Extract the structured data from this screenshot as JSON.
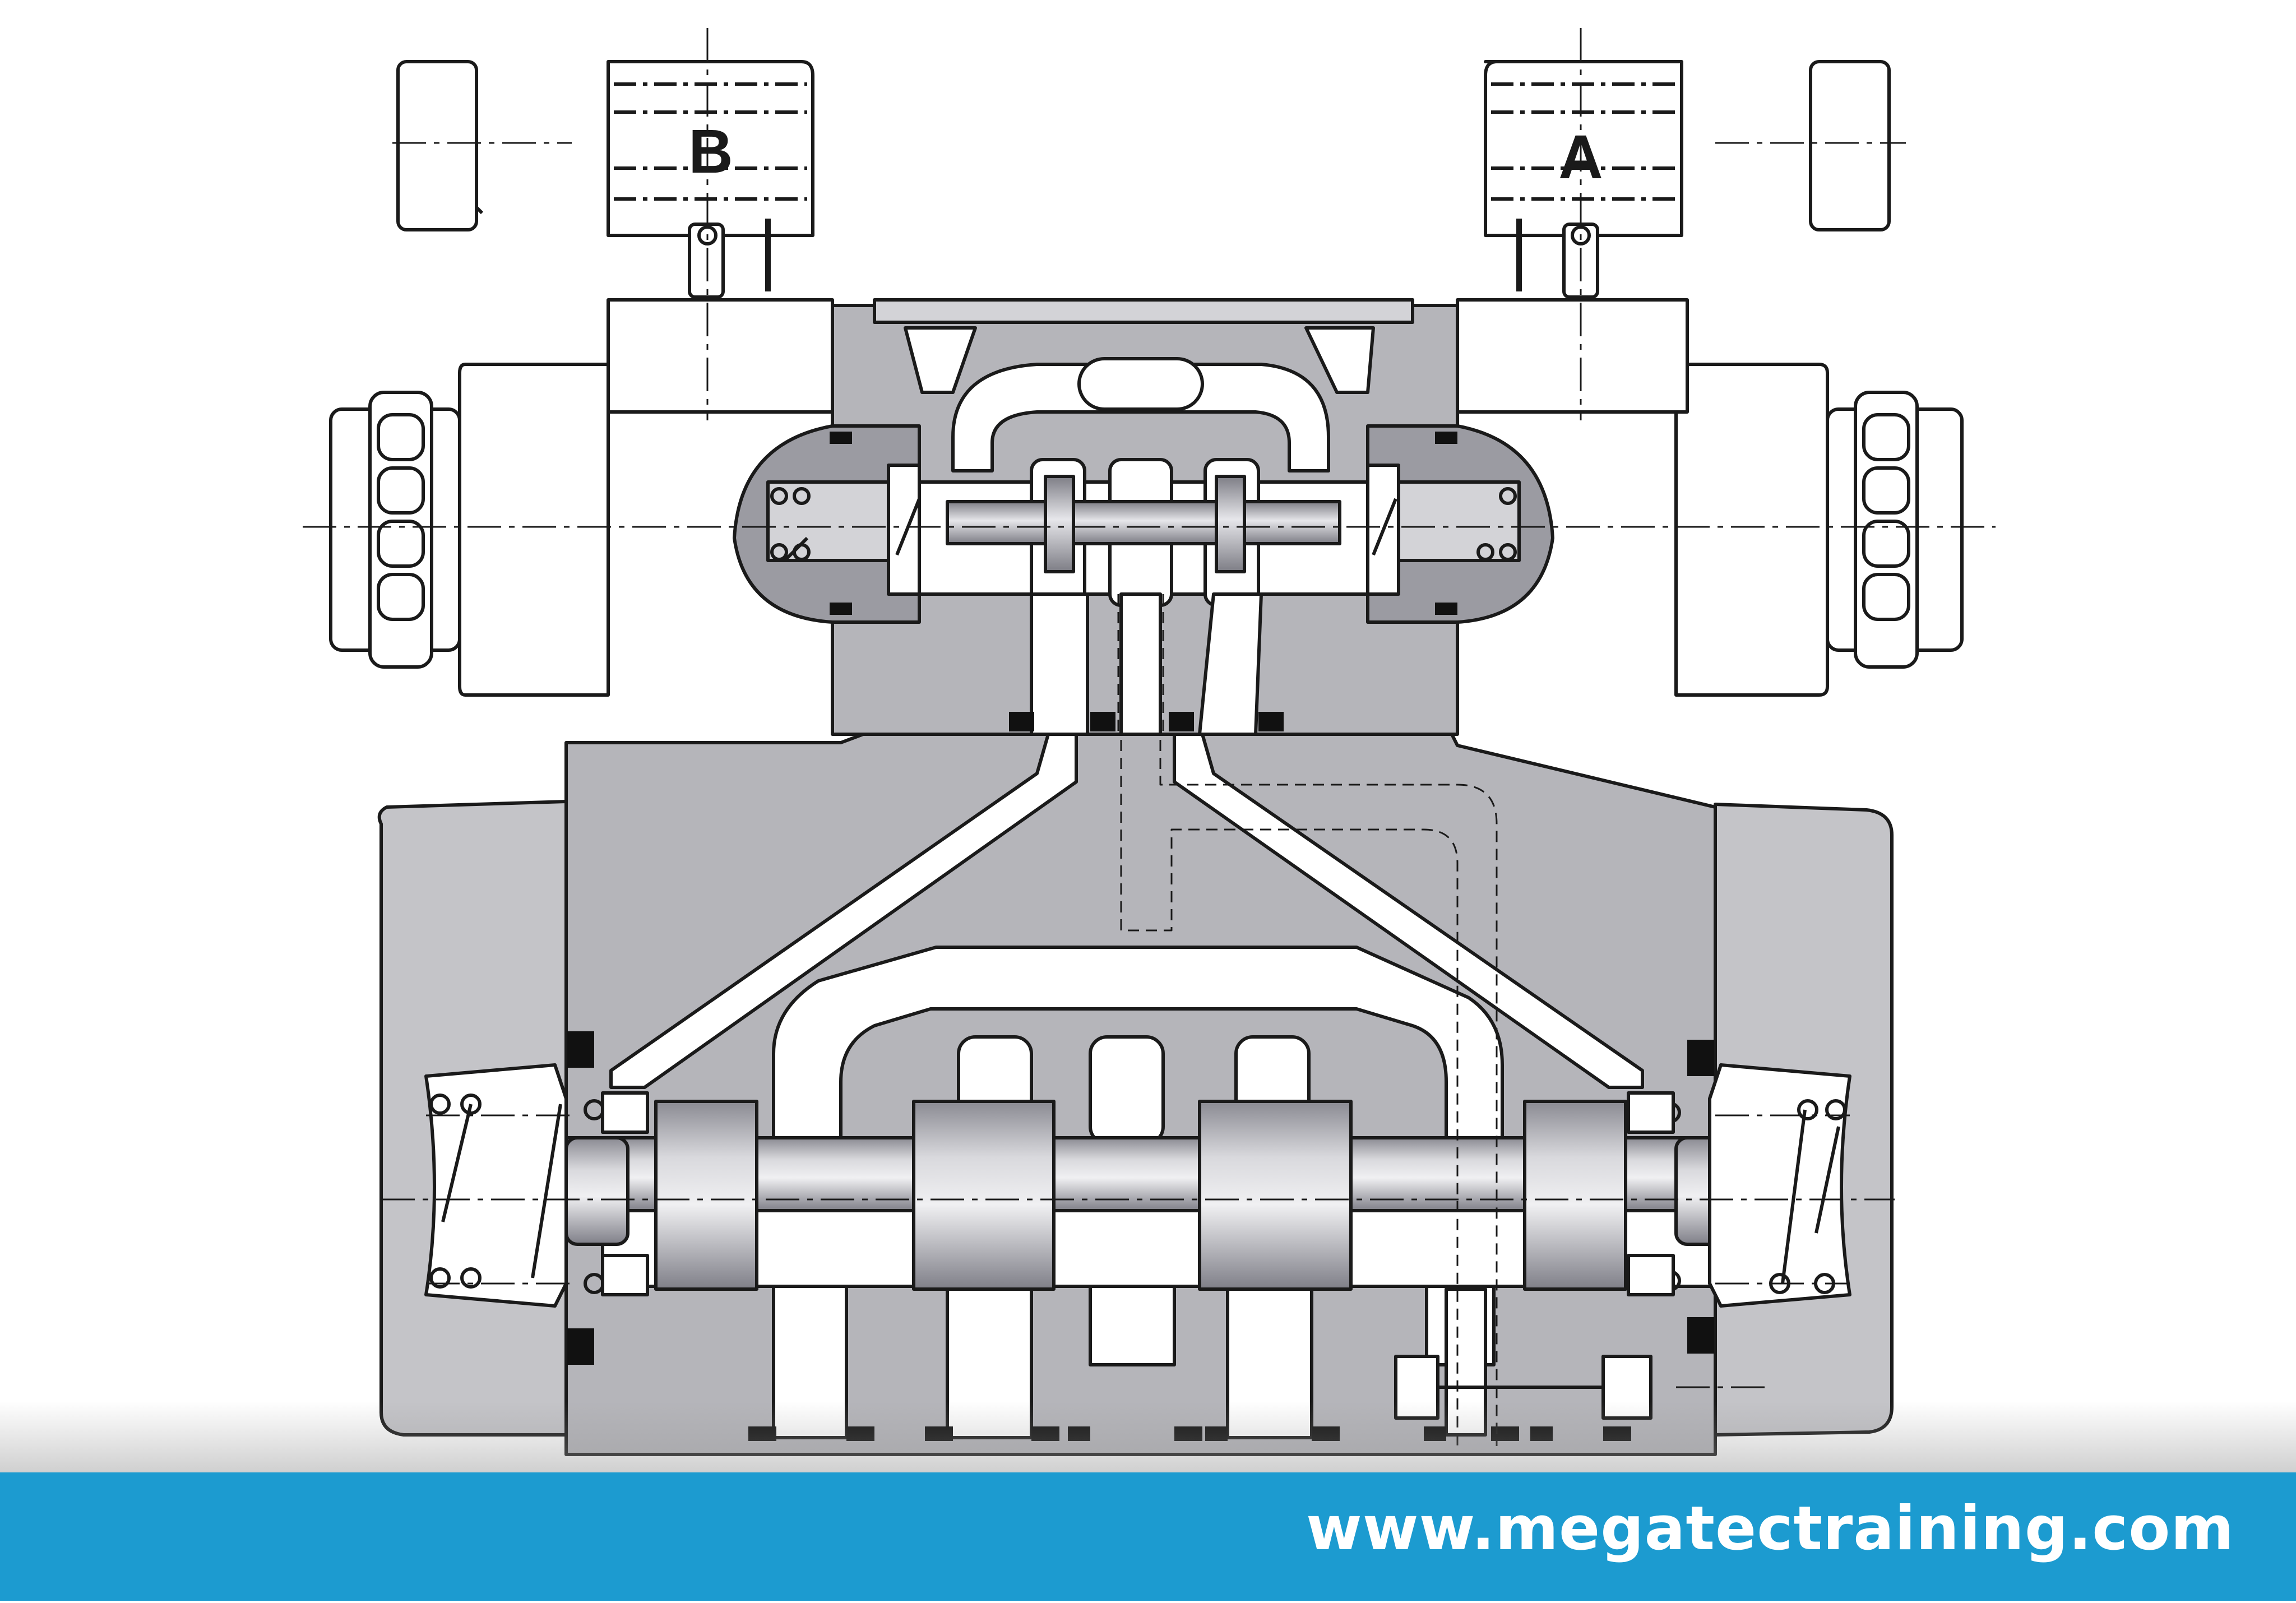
{
  "diagram": {
    "subject": "pilot-operated directional control valve cross-section",
    "solenoid_labels": {
      "left": "B",
      "right": "A"
    },
    "colors": {
      "body": "#b5b5ba",
      "body_dark": "#9b9ba2",
      "line": "#1a1a1a",
      "passage": "#ffffff",
      "spool_light": "#d9d9dd",
      "spool_dark": "#8a8a92",
      "seal": "#111111"
    }
  },
  "footer": {
    "website": "www.megatectraining.com",
    "background": "#1c9bd0",
    "text_color": "#ffffff"
  }
}
